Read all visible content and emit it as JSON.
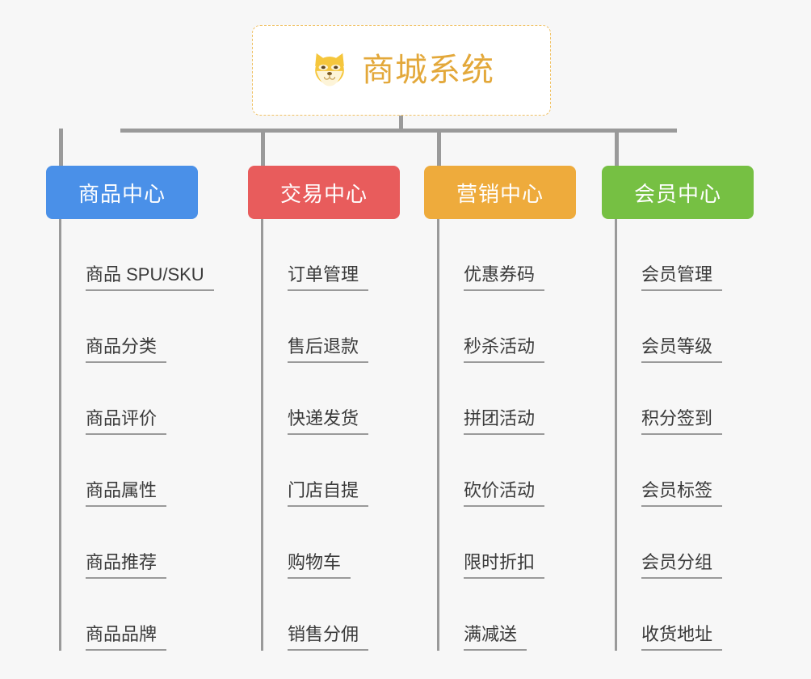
{
  "root": {
    "title": "商城系统",
    "icon": "shiba-dog-icon",
    "title_color": "#e3a83a",
    "border_color": "#f0c266",
    "background": "#ffffff"
  },
  "canvas": {
    "background": "#f7f7f7",
    "connector_color": "#9a9a9a"
  },
  "categories": [
    {
      "label": "商品中心",
      "color": "#4a90e8",
      "items": [
        "商品 SPU/SKU",
        "商品分类",
        "商品评价",
        "商品属性",
        "商品推荐",
        "商品品牌"
      ]
    },
    {
      "label": "交易中心",
      "color": "#e85c5c",
      "items": [
        "订单管理",
        "售后退款",
        "快递发货",
        "门店自提",
        "购物车",
        "销售分佣"
      ]
    },
    {
      "label": "营销中心",
      "color": "#eeab3c",
      "items": [
        "优惠券码",
        "秒杀活动",
        "拼团活动",
        "砍价活动",
        "限时折扣",
        "满减送"
      ]
    },
    {
      "label": "会员中心",
      "color": "#76c043",
      "items": [
        "会员管理",
        "会员等级",
        "积分签到",
        "会员标签",
        "会员分组",
        "收货地址"
      ]
    }
  ]
}
